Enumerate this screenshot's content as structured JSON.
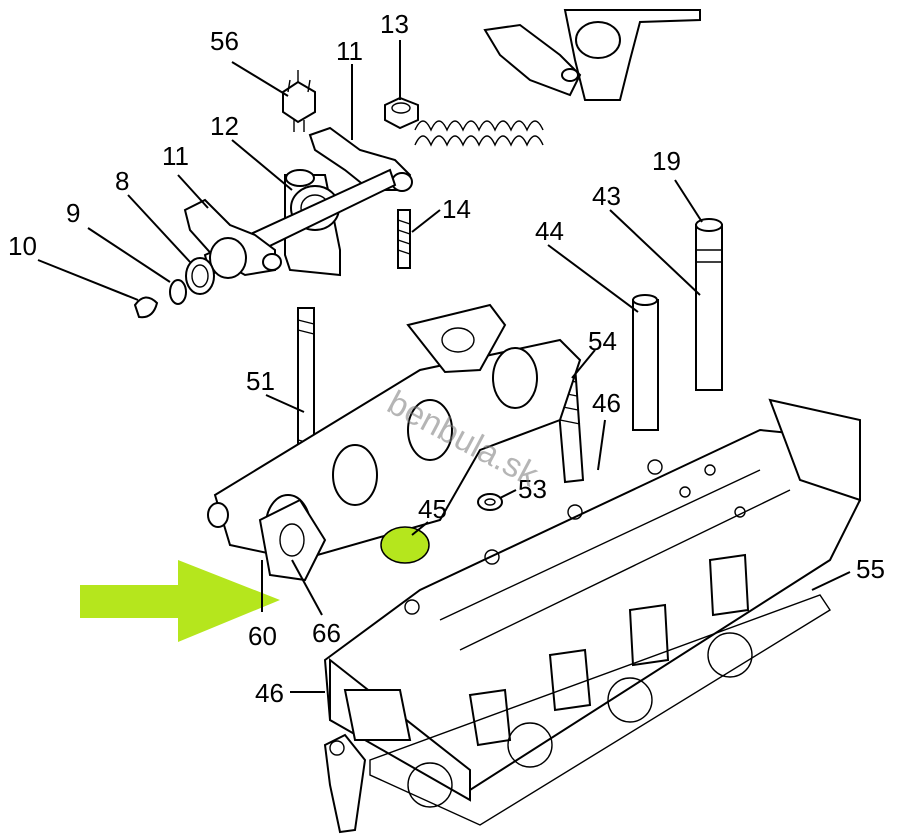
{
  "diagram": {
    "callouts": {
      "c56": "56",
      "c13": "13",
      "c11a": "11",
      "c12": "12",
      "c11b": "11",
      "c8": "8",
      "c9": "9",
      "c10": "10",
      "c14": "14",
      "c19": "19",
      "c43": "43",
      "c44": "44",
      "c54": "54",
      "c46a": "46",
      "c51": "51",
      "c45": "45",
      "c53": "53",
      "c55": "55",
      "c60": "60",
      "c66": "66",
      "c46b": "46"
    },
    "watermark": "benbula.sk",
    "colors": {
      "highlight": "#b5e61d",
      "arrow": "#b5e61d",
      "line": "#000000",
      "watermark": "#7a7a7a"
    }
  }
}
